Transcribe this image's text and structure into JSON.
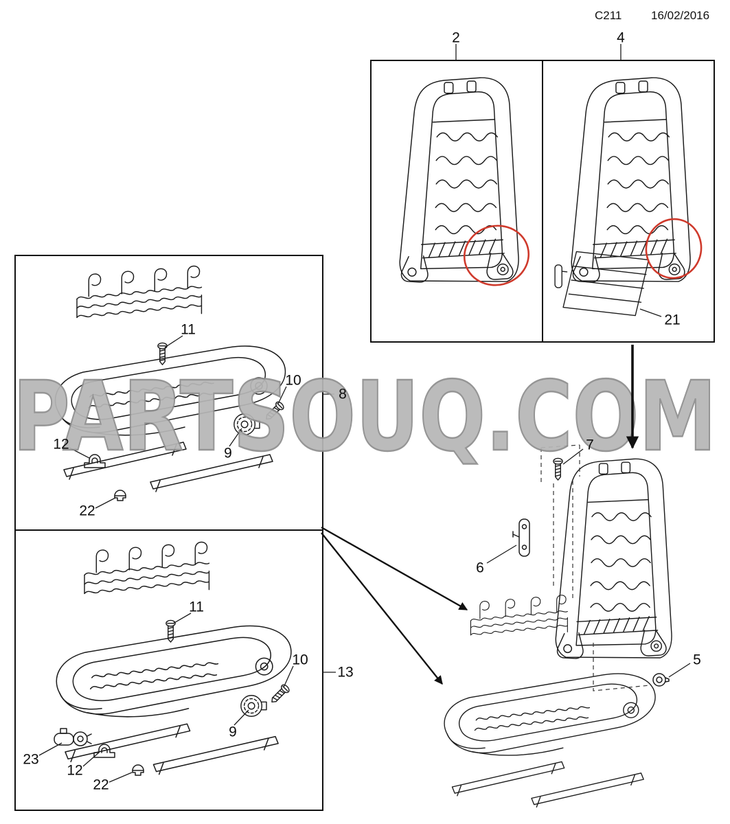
{
  "header": {
    "code": "C211",
    "date": "16/02/2016"
  },
  "watermark": "PARTSOUQ.COM",
  "colors": {
    "highlight_circle": "#cf3a2c",
    "watermark": "#b6b6b6"
  },
  "diagram": {
    "backrest_box_left": {
      "label": "2"
    },
    "backrest_box_right": {
      "label": "4",
      "callouts": {
        "trim_pad": "21"
      }
    },
    "upper_frame_box": {
      "ref_label": "8",
      "callouts": {
        "screw": "11",
        "adjuster_screw": "10",
        "clamp": "12",
        "recliner_knob": "9",
        "clip": "22"
      }
    },
    "lower_frame_box": {
      "ref_label": "13",
      "callouts": {
        "screw": "11",
        "adjuster_screw": "10",
        "recliner_knob": "9",
        "motor": "23",
        "clamp": "12",
        "clip": "22"
      }
    },
    "assembly": {
      "callouts": {
        "screw": "7",
        "side_bracket": "6",
        "bolt": "5"
      }
    }
  }
}
